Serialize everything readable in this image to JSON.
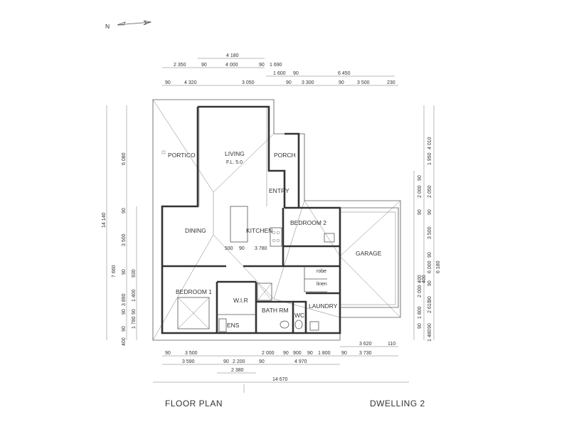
{
  "north_label": "N",
  "titles": {
    "left": "FLOOR PLAN",
    "right": "DWELLING 2"
  },
  "rooms": {
    "portico": "PORTICO",
    "living": "LIVING",
    "living_fl": "F.L. 5.0",
    "porch": "PORCH",
    "entry": "ENTRY",
    "dining": "DINING",
    "kitchen": "KITCHEN",
    "bedroom2": "BEDROOM 2",
    "garage": "GARAGE",
    "robe": "robe",
    "linen": "linen",
    "bedroom1": "BEDROOM 1",
    "wir": "W.I.R",
    "ens": "ENS",
    "bath": "BATH RM",
    "wc": "WC",
    "laundry": "LAUNDRY"
  },
  "dimensions": {
    "top": {
      "d4180": "4 180",
      "d2350": "2 350",
      "d90a": "90",
      "d4000": "4 000",
      "d90b": "90",
      "d1690": "1 690",
      "d1600": "1 600",
      "d90c": "90",
      "d6450": "6 450",
      "d90d": "90",
      "d4320": "4 320",
      "d3050": "3 050",
      "d90e": "90",
      "d3300": "3 300",
      "d90f": "90",
      "d3500": "3 500",
      "d230": "230"
    },
    "left": {
      "d14140": "14 140",
      "d6080": "6 080",
      "d90a": "90",
      "d3500": "3 500",
      "d7660": "7 660",
      "d90b": "90",
      "d930": "930",
      "d3890": "3 890",
      "d1400": "1 400",
      "d90c": "90",
      "d90d": "90",
      "d1780": "1 780",
      "d90e": "90",
      "d400": "400"
    },
    "right": {
      "d4010": "4 010",
      "d1950": "1 950",
      "d2000": "2 000",
      "d90a": "90",
      "d2050": "2 050",
      "d90b": "90",
      "d3500": "3 500",
      "d6180": "6 180",
      "d6000": "6 000",
      "d90c": "90",
      "d90d": "90",
      "d2000b": "2 000",
      "d400": "400",
      "d90e": "90",
      "d400b": "400",
      "d1800": "1 800",
      "d90f": "90",
      "d2610": "2 610",
      "d90g": "90",
      "d1480": "1 480",
      "d90h": "90"
    },
    "inner": {
      "d930": "930",
      "d90": "90",
      "d3780": "3 780"
    },
    "bottom": {
      "d3620": "3 620",
      "d110": "110",
      "d90a": "90",
      "d3500": "3 500",
      "d2000": "2 000",
      "d90b": "90",
      "d900": "900",
      "d90c": "90",
      "d1800": "1 800",
      "d90d": "90",
      "d3730": "3 730",
      "d3590": "3 590",
      "d90e": "90",
      "d2200": "2 200",
      "d90f": "90",
      "d4970": "4 970",
      "d2380": "2 380",
      "d14670": "14 670"
    }
  }
}
